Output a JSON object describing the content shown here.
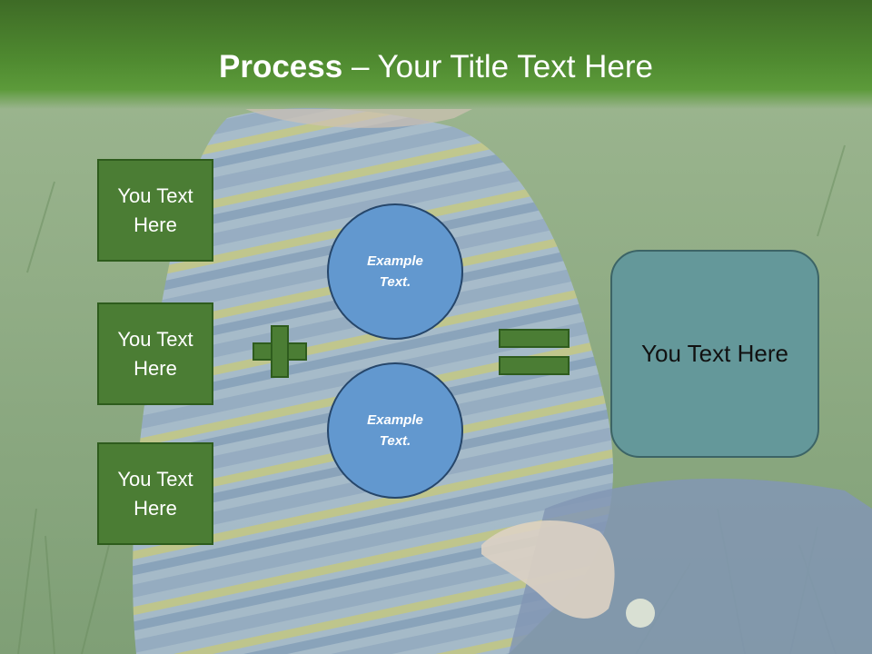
{
  "title": {
    "bold": "Process",
    "rest": " – Your Title Text Here"
  },
  "left_boxes": [
    {
      "label": "You Text Here"
    },
    {
      "label": "You Text Here"
    },
    {
      "label": "You Text Here"
    }
  ],
  "circles": [
    {
      "label": "Example Text."
    },
    {
      "label": "Example Text."
    }
  ],
  "result": {
    "label": "You Text Here"
  },
  "colors": {
    "title_band": "#4f8a30",
    "box_green": "#4b7d34",
    "circle_blue": "#6298cf",
    "result_teal": "#64989a"
  }
}
